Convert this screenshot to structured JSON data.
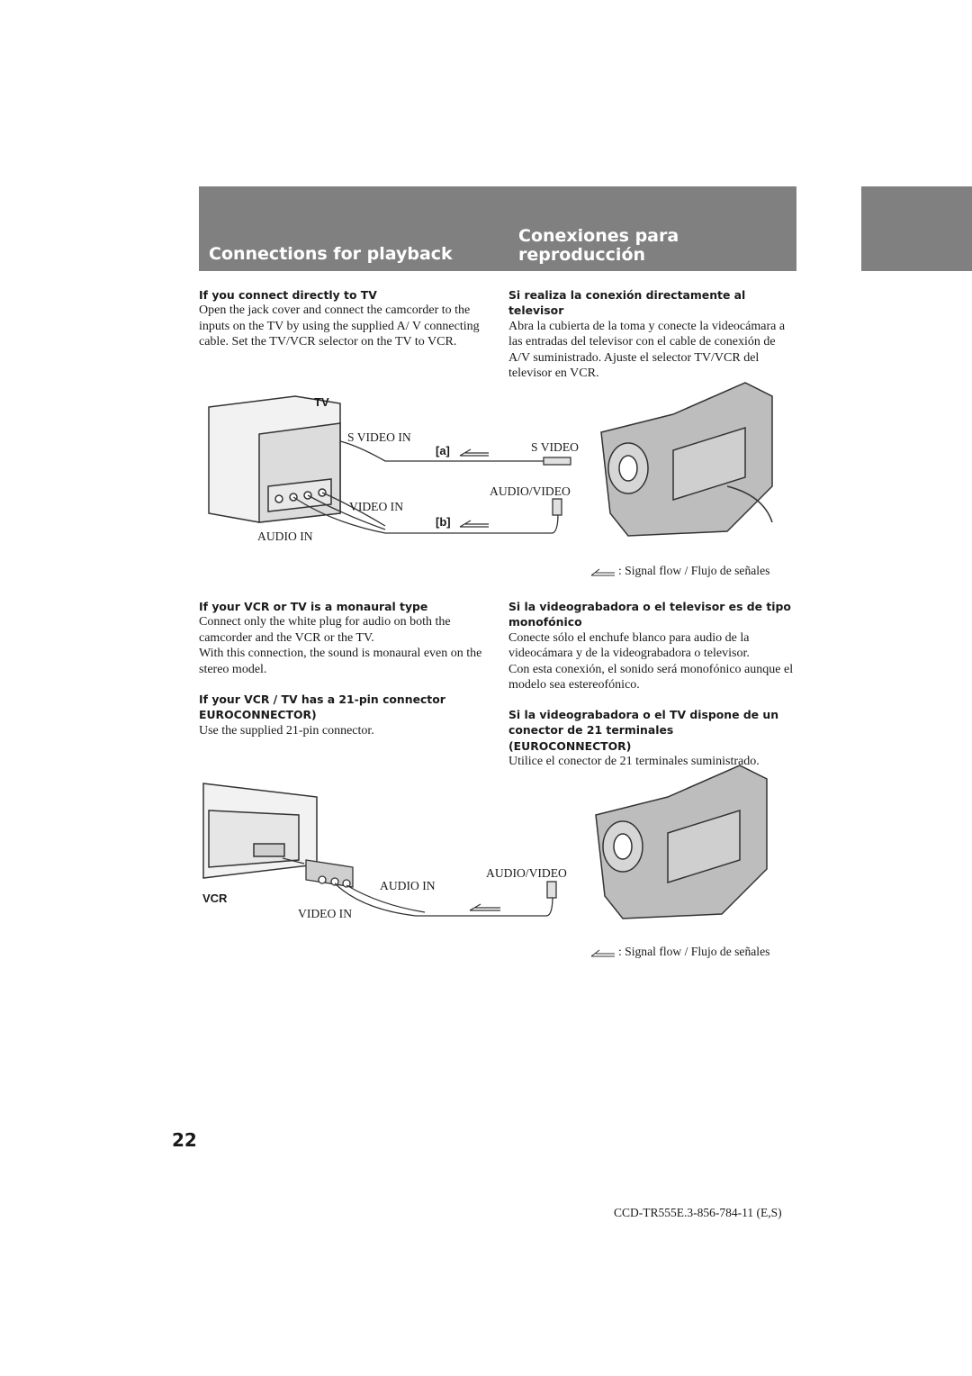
{
  "header": {
    "title_en": "Connections for playback",
    "title_es_line1": "Conexiones para",
    "title_es_line2": "reproducción"
  },
  "sections": {
    "direct_tv_en": {
      "heading": "If you connect directly to TV",
      "body": "Open the jack cover and connect the camcorder to the inputs on the TV by using the supplied A/ V connecting cable. Set the TV/VCR selector on the TV to VCR."
    },
    "direct_tv_es": {
      "heading": "Si realiza la conexión directamente al televisor",
      "body": "Abra la cubierta de la toma y conecte la videocámara a las entradas del televisor con el cable de conexión de A/V suministrado. Ajuste el selector TV/VCR del televisor en VCR."
    },
    "monaural_en": {
      "heading": "If your VCR or TV is a monaural type",
      "body1": "Connect only the white plug for audio on both the camcorder and the VCR or the TV.",
      "body2": "With this connection, the sound is monaural even on the stereo model."
    },
    "monaural_es": {
      "heading": "Si la videograbadora o el televisor es de tipo monofónico",
      "body1": "Conecte sólo el enchufe blanco para audio de la videocámara y de la videograbadora o televisor.",
      "body2": "Con esta conexión, el sonido será monofónico aunque el modelo sea estereofónico."
    },
    "euro_en": {
      "heading_line1": "If your VCR / TV has a 21-pin connector",
      "heading_line2": "EUROCONNECTOR)",
      "body": "Use the supplied 21-pin connector."
    },
    "euro_es": {
      "heading": "Si la videograbadora o el TV dispone de un conector de 21 terminales (EUROCONNECTOR)",
      "body": "Utilice el conector de 21 terminales suministrado."
    }
  },
  "figure_tv": {
    "tv": "TV",
    "s_video_in": "S VIDEO IN",
    "a": "[a]",
    "s_video": "S VIDEO",
    "audio_video": "AUDIO/VIDEO",
    "video_in": "VIDEO IN",
    "b": "[b]",
    "audio_in": "AUDIO IN",
    "legend": ": Signal flow / Flujo de señales"
  },
  "figure_vcr": {
    "audio_video": "AUDIO/VIDEO",
    "audio_in": "AUDIO IN",
    "vcr": "VCR",
    "video_in": "VIDEO IN",
    "legend": ": Signal flow / Flujo de señales"
  },
  "footer": {
    "page_number": "22",
    "code": "CCD-TR555E.3-856-784-11 (E,S)"
  },
  "colors": {
    "header_band": "#808080",
    "header_text": "#ffffff",
    "body_text": "#1a1a1a"
  }
}
